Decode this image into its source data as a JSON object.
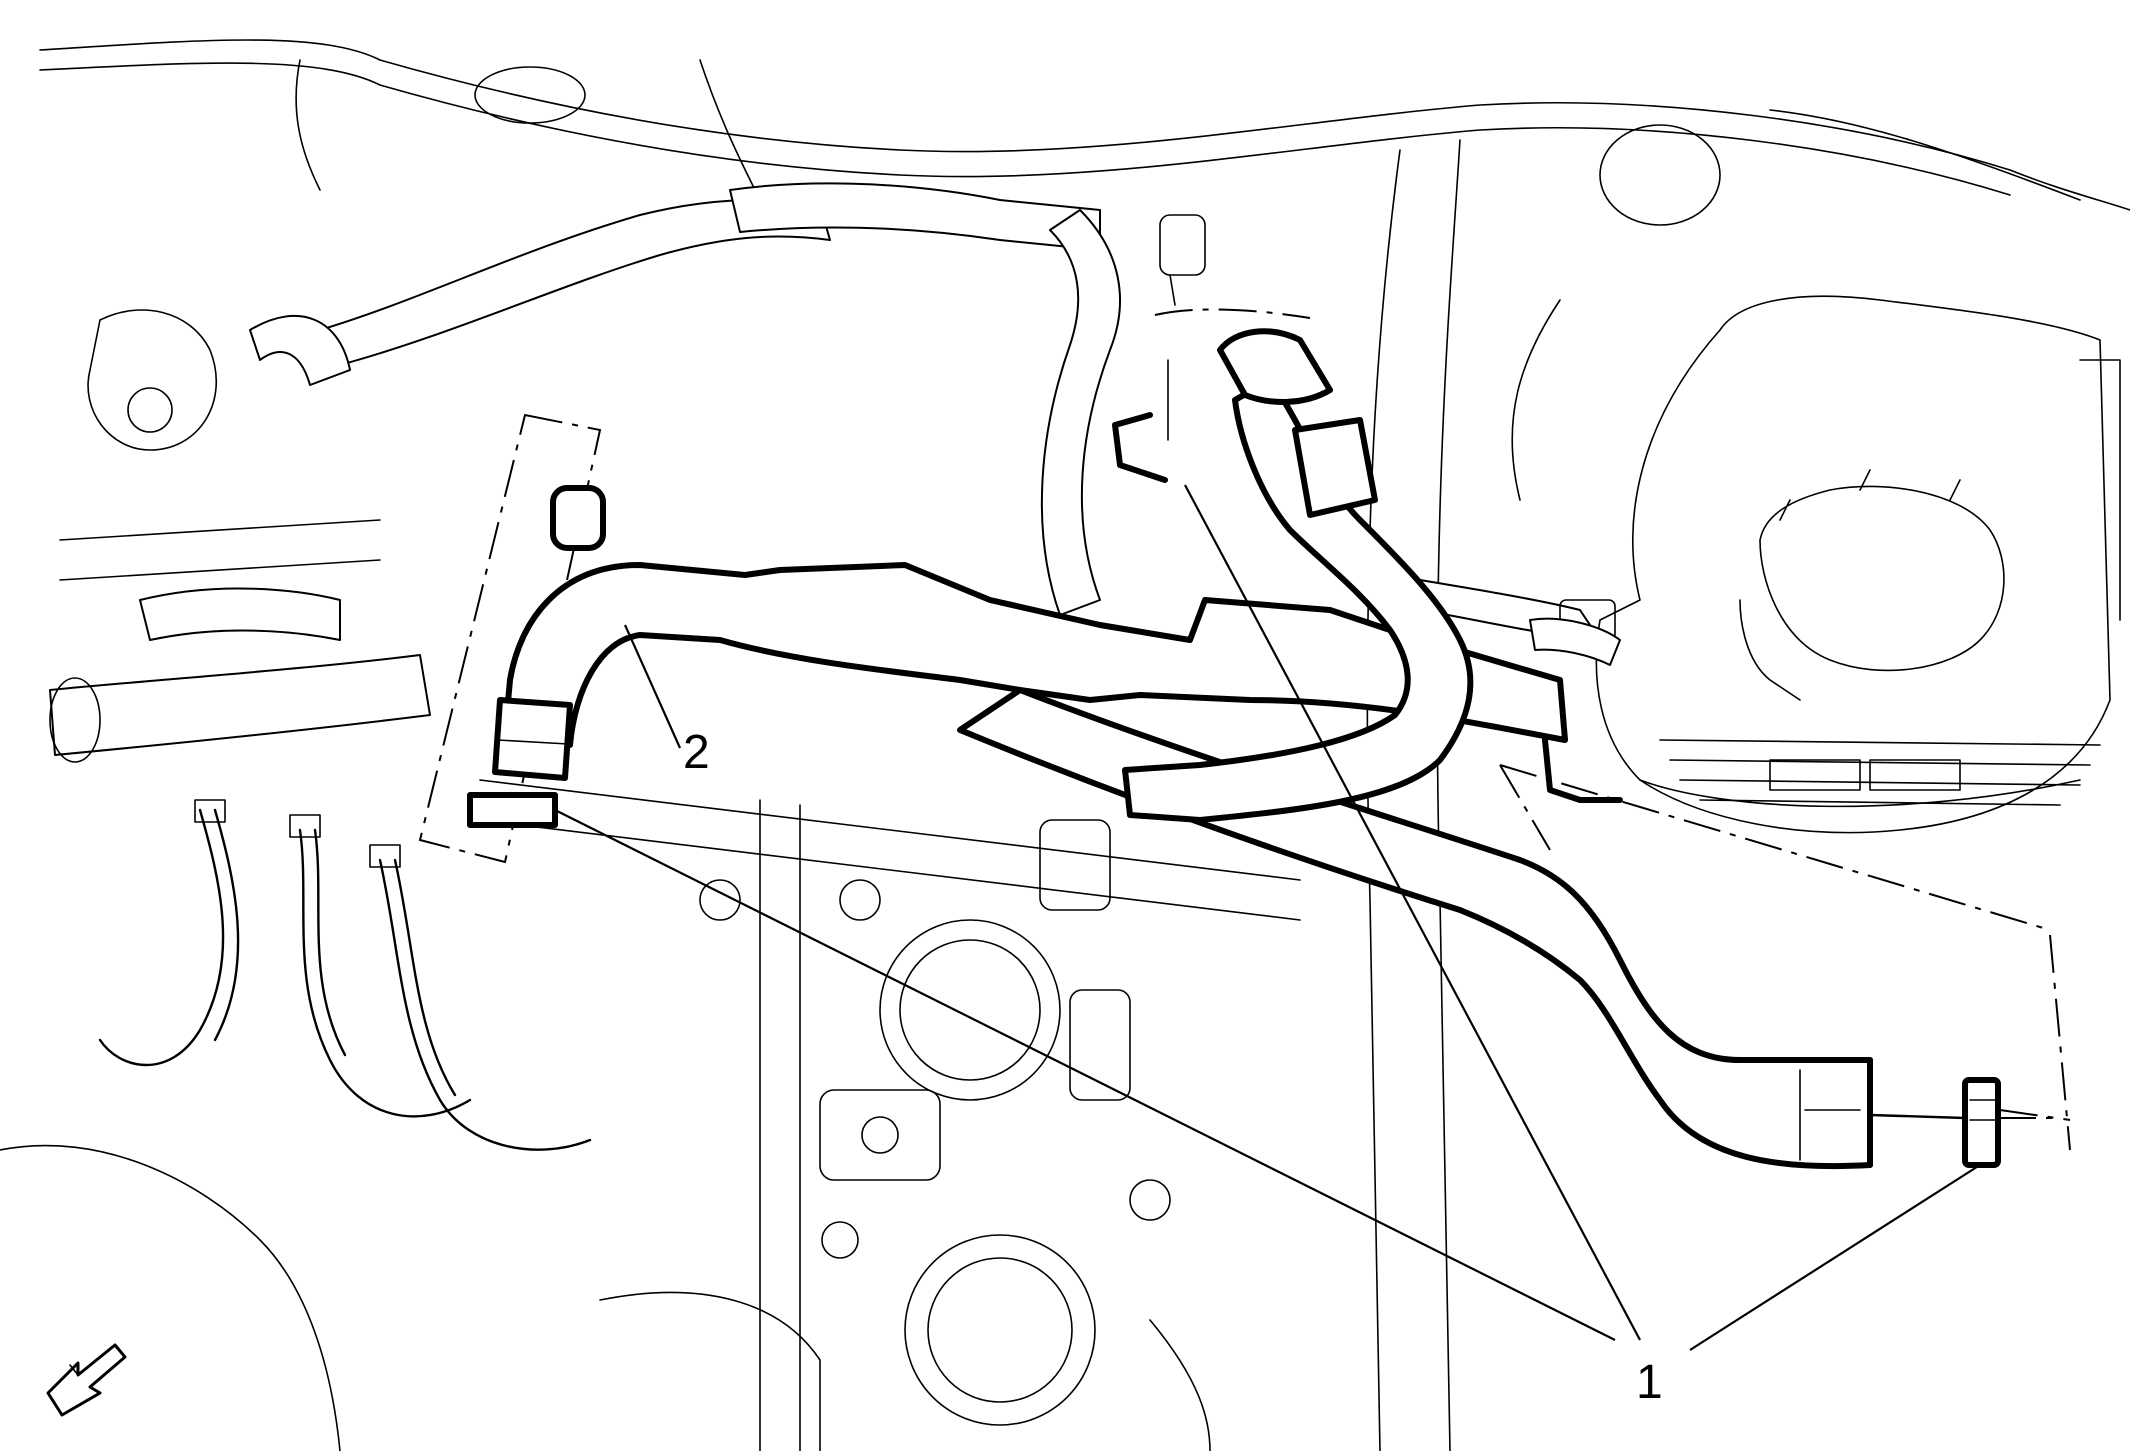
{
  "diagram": {
    "callouts": [
      {
        "id": "1",
        "label": "1"
      },
      {
        "id": "2",
        "label": "2"
      }
    ],
    "icons": {
      "front_direction": "front-direction-arrow-icon"
    },
    "colors": {
      "line": "#000000",
      "background": "#ffffff"
    }
  }
}
